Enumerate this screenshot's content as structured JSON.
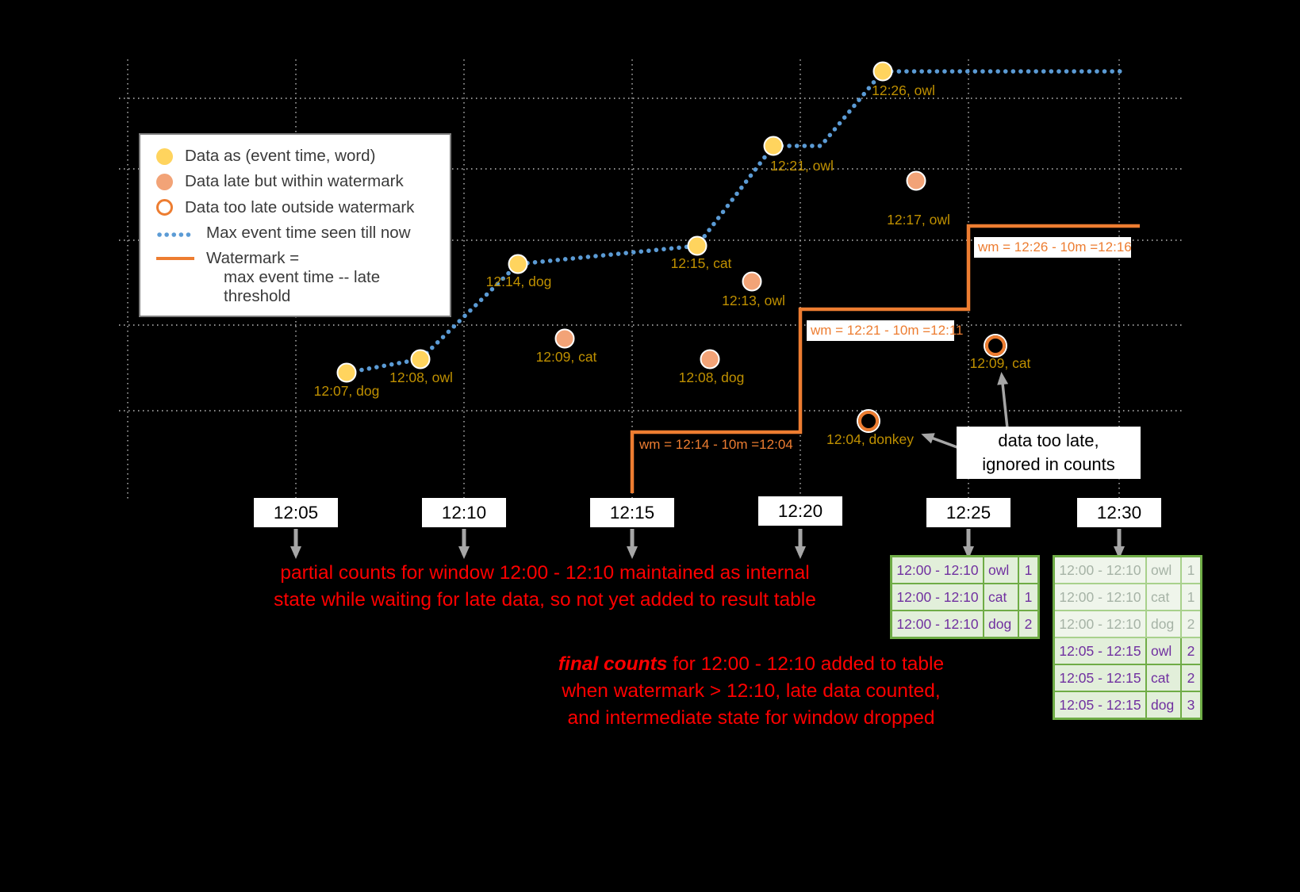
{
  "colors": {
    "background": "#000000",
    "on_time_point": "#FFD45E",
    "late_point": "#F2A377",
    "too_late_ring": "#ED7D31",
    "max_event_line": "#5B9BD5",
    "watermark_line": "#ED7D31",
    "point_label": "#BF9000",
    "grid_line": "#BFBFBF",
    "annotation_red": "#FF0000",
    "table_border_green": "#6FAC46",
    "table_text_purple": "#7030A0",
    "table_cell_bg": "#E2EFDA"
  },
  "legend": {
    "item_on_time": "Data as (event time, word)",
    "item_late": "Data late but within watermark",
    "item_too_late": "Data too late outside watermark",
    "item_max_event": "Max event time seen till now",
    "item_watermark_line1": "Watermark =",
    "item_watermark_line2": "max event time -- late threshold"
  },
  "points": {
    "on_time": [
      {
        "label": "12:07, dog"
      },
      {
        "label": "12:08, owl"
      },
      {
        "label": "12:14, dog"
      },
      {
        "label": "12:15, cat"
      },
      {
        "label": "12:21, owl"
      },
      {
        "label": "12:26, owl"
      }
    ],
    "late": [
      {
        "label": "12:09, cat"
      },
      {
        "label": "12:08, dog"
      },
      {
        "label": "12:13, owl"
      },
      {
        "label": "12:17, owl"
      }
    ],
    "too_late": [
      {
        "label": "12:04, donkey"
      },
      {
        "label": "12:09, cat"
      }
    ]
  },
  "watermark_labels": [
    "wm = 12:14 - 10m =12:04",
    "wm = 12:21 - 10m =12:11",
    "wm = 12:26 - 10m =12:16"
  ],
  "time_axis": [
    "12:05",
    "12:10",
    "12:15",
    "12:20",
    "12:25",
    "12:30"
  ],
  "annotations": {
    "partial_counts_line1": "partial counts for window 12:00 - 12:10 maintained as internal",
    "partial_counts_line2": "state while waiting for late data, so not yet added  to result table",
    "final_counts_emphasis": "final counts",
    "final_counts_line1_rest": " for 12:00 - 12:10 added to table",
    "final_counts_line2": "when watermark > 12:10, late data counted,",
    "final_counts_line3": "and intermediate state for window dropped",
    "too_late_note_line1": "data too late,",
    "too_late_note_line2": "ignored in counts"
  },
  "result_tables": {
    "at_12_25": {
      "rows": [
        {
          "window": "12:00 - 12:10",
          "word": "owl",
          "count": "1"
        },
        {
          "window": "12:00 - 12:10",
          "word": "cat",
          "count": "1"
        },
        {
          "window": "12:00 - 12:10",
          "word": "dog",
          "count": "2"
        }
      ]
    },
    "at_12_30": {
      "rows": [
        {
          "window": "12:00 - 12:10",
          "word": "owl",
          "count": "1"
        },
        {
          "window": "12:00 - 12:10",
          "word": "cat",
          "count": "1"
        },
        {
          "window": "12:00 - 12:10",
          "word": "dog",
          "count": "2"
        },
        {
          "window": "12:05 - 12:15",
          "word": "owl",
          "count": "2"
        },
        {
          "window": "12:05 - 12:15",
          "word": "cat",
          "count": "2"
        },
        {
          "window": "12:05 - 12:15",
          "word": "dog",
          "count": "3"
        }
      ]
    }
  }
}
